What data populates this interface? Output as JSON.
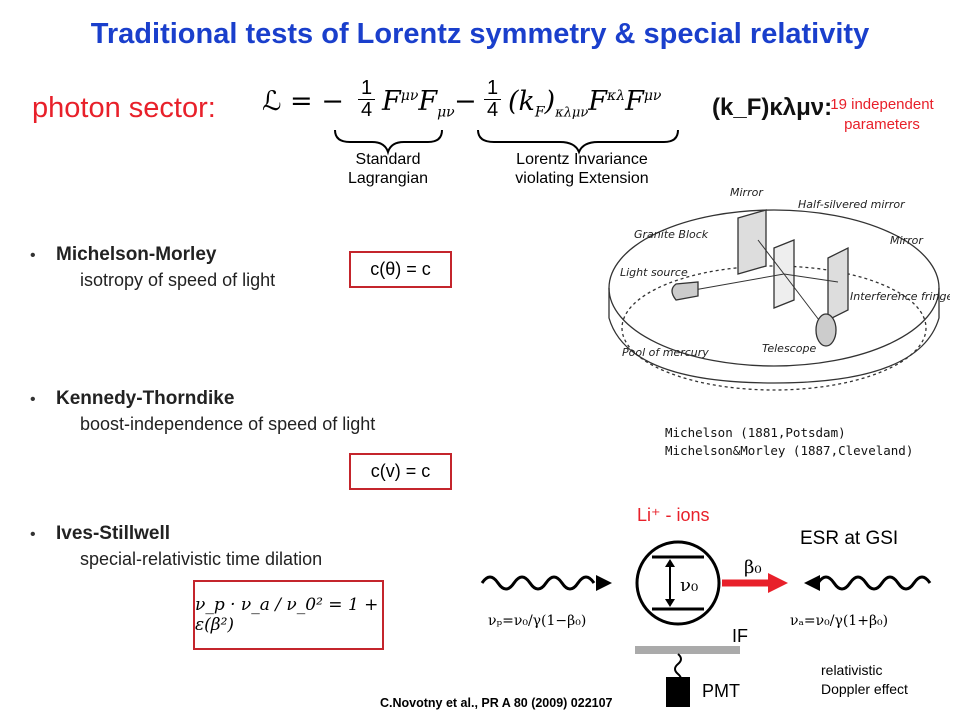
{
  "title": "Traditional tests of Lorentz symmetry & special relativity",
  "photon_sector": "photon sector:",
  "lagrangian": {
    "lhs": "ℒ = −",
    "frac1_num": "1",
    "frac1_den": "4",
    "term1": "F^{μν} F_{μν}",
    "minus": "−",
    "frac2_num": "1",
    "frac2_den": "4",
    "term2": "(k_F)_{κλμν} F^{κλ} F^{μν}",
    "label1_line1": "Standard",
    "label1_line2": "Lagrangian",
    "label2_line1": "Lorentz Invariance",
    "label2_line2": "violating Extension"
  },
  "kf_label": "(k_F)κλμν:",
  "independent": {
    "line1": "19 independent",
    "line2": "parameters"
  },
  "tests": [
    {
      "name": "Michelson-Morley",
      "description": "isotropy of speed of light",
      "box": "c(θ) = c"
    },
    {
      "name": "Kennedy-Thorndike",
      "description": "boost-independence of speed of light",
      "box": "c(v) = c"
    },
    {
      "name": "Ives-Stillwell",
      "description": "special-relativistic time dilation",
      "box": "ν_p · ν_a / ν_0² = 1 + ε(β²)"
    }
  ],
  "bullet_symbol": "•",
  "apparatus": {
    "labels": {
      "mirror_top": "Mirror",
      "half_silvered": "Half-silvered mirror",
      "granite": "Granite Block",
      "mirror_right": "Mirror",
      "light_source": "Light source",
      "interference": "Interference fringes",
      "telescope": "Telescope",
      "pool": "Pool of mercury"
    },
    "caption_line1": "Michelson (1881,Potsdam)",
    "caption_line2": "Michelson&Morley (1887,Cleveland)"
  },
  "ives": {
    "ions_label": "Li⁺ - ions",
    "esr_label": "ESR at GSI",
    "nu0": "ν₀",
    "beta0": "β₀",
    "left_formula": "νₚ=ν₀/γ(1−β₀)",
    "right_formula": "νₐ=ν₀/γ(1+β₀)",
    "if_label": "IF",
    "pmt_label": "PMT",
    "doppler_line1": "relativistic",
    "doppler_line2": "Doppler effect",
    "reference": "C.Novotny et al., PR A 80 (2009) 022107"
  },
  "colors": {
    "title": "#1a3fcc",
    "accent_red": "#e8202a",
    "box_border": "#c4252c"
  }
}
